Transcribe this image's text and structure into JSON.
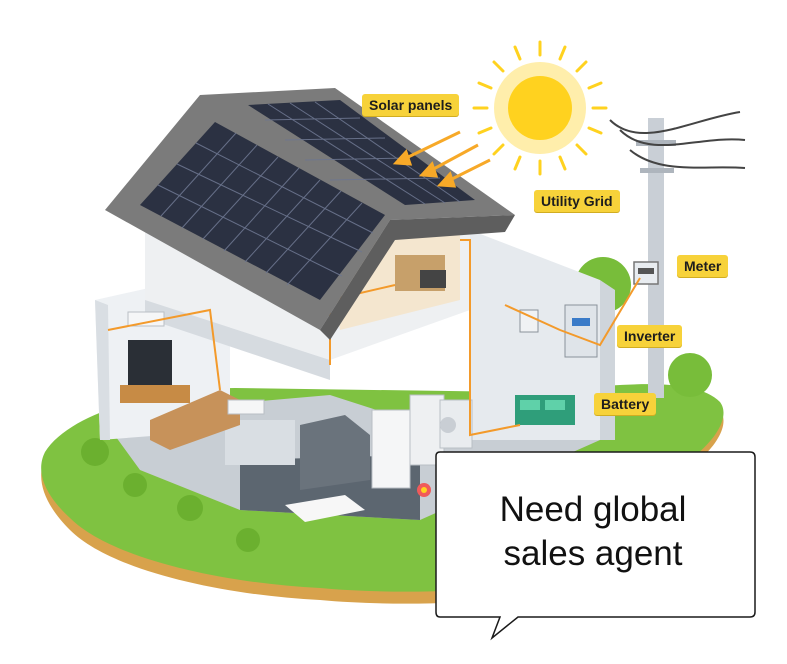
{
  "labels": {
    "solar_panels": "Solar panels",
    "utility_grid": "Utility Grid",
    "meter": "Meter",
    "inverter": "Inverter",
    "battery": "Battery"
  },
  "bubble": {
    "line1": "Need global",
    "line2": "sales agent"
  },
  "colors": {
    "label_bg": "#f7d23a",
    "sun": "#ffd21f",
    "grass": "#7fc241",
    "ground": "#d8a24c",
    "roof": "#7b7b7b",
    "panel": "#2b3142",
    "wire": "#f39a2b"
  }
}
